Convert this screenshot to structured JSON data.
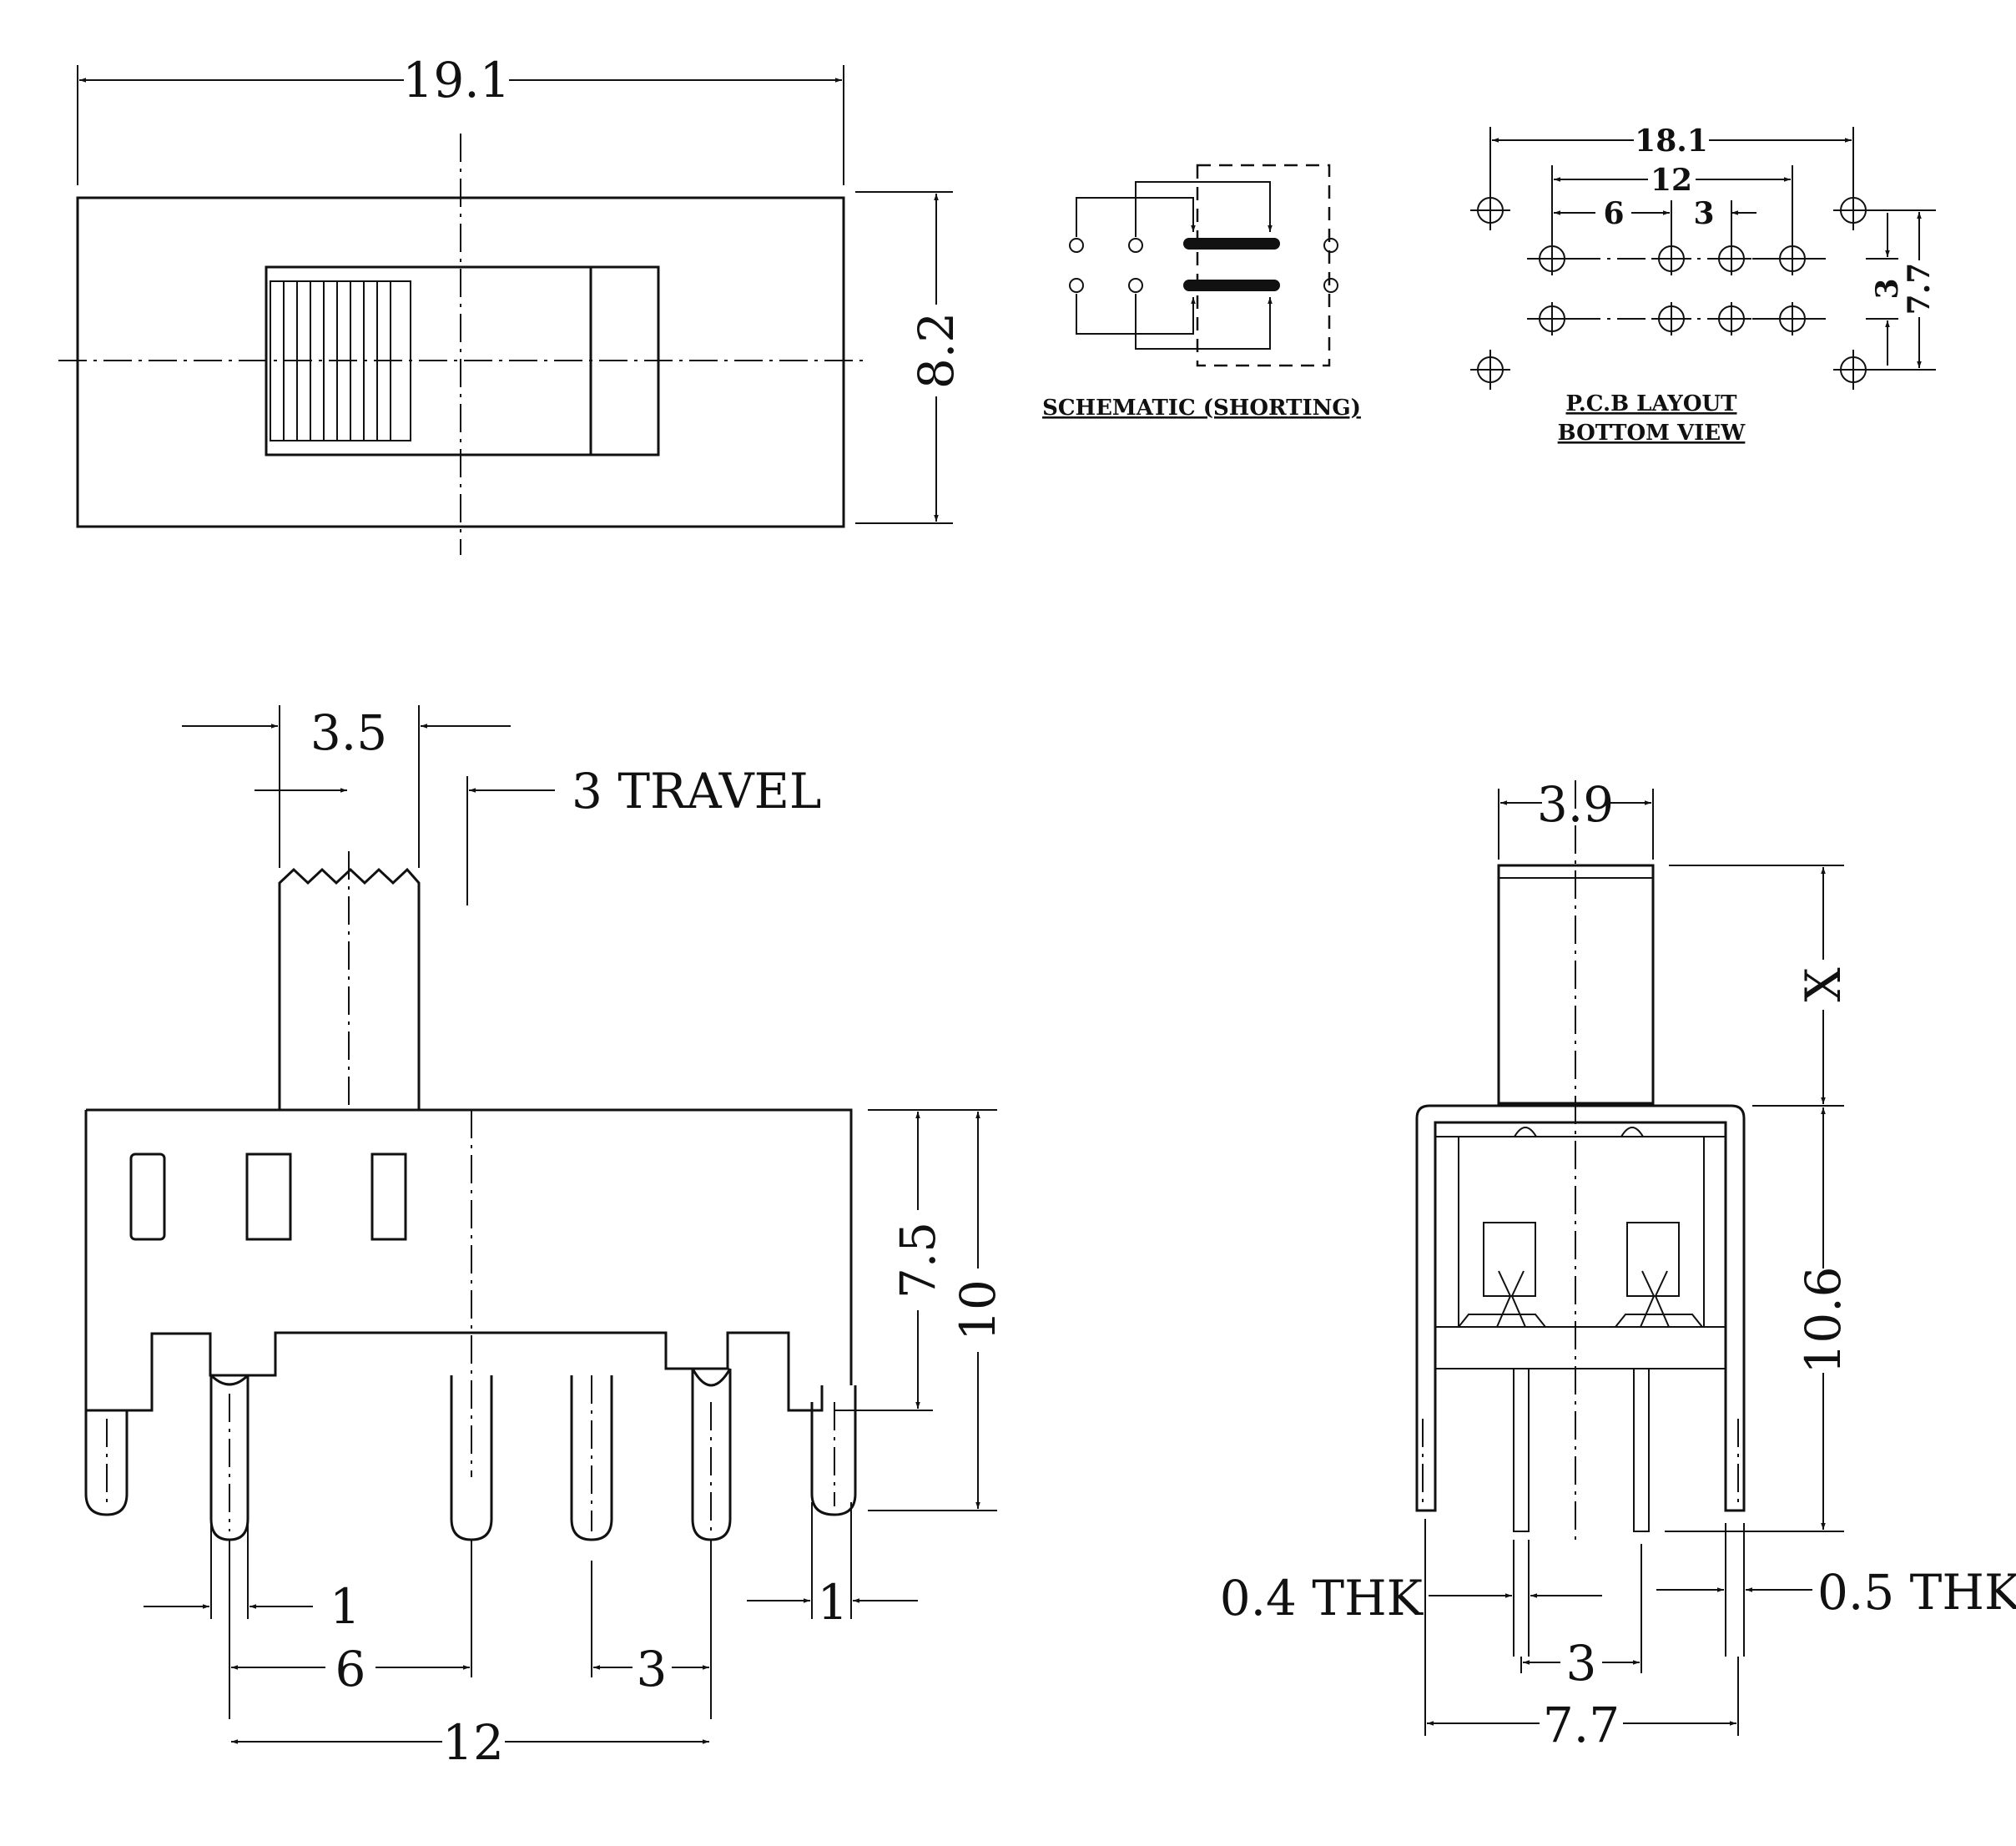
{
  "top_view": {
    "width_label": "19.1",
    "height_label": "8.2"
  },
  "schematic": {
    "caption": "SCHEMATIC (SHORTING)"
  },
  "pcb_layout": {
    "caption_line1": "P.C.B LAYOUT",
    "caption_line2": "BOTTOM VIEW",
    "dims": {
      "overall": "18.1",
      "pitch_outer": "12",
      "pitch_left": "6",
      "pitch_right": "3",
      "row_spacing": "3",
      "mount_spacing": "7.7"
    }
  },
  "front_view": {
    "actuator_width": "3.5",
    "travel": "3 TRAVEL",
    "body_height": "7.5",
    "total_height": "10",
    "pin_width_left": "1",
    "pin_width_right": "1",
    "pitch_6": "6",
    "pitch_3": "3",
    "span_12": "12"
  },
  "side_view": {
    "actuator_width": "3.9",
    "actuator_height": "X",
    "body_height": "10.6",
    "pin_thk_left": "0.4 THK",
    "pin_thk_right": "0.5 THK",
    "pin_pitch": "3",
    "overall_width": "7.7"
  }
}
